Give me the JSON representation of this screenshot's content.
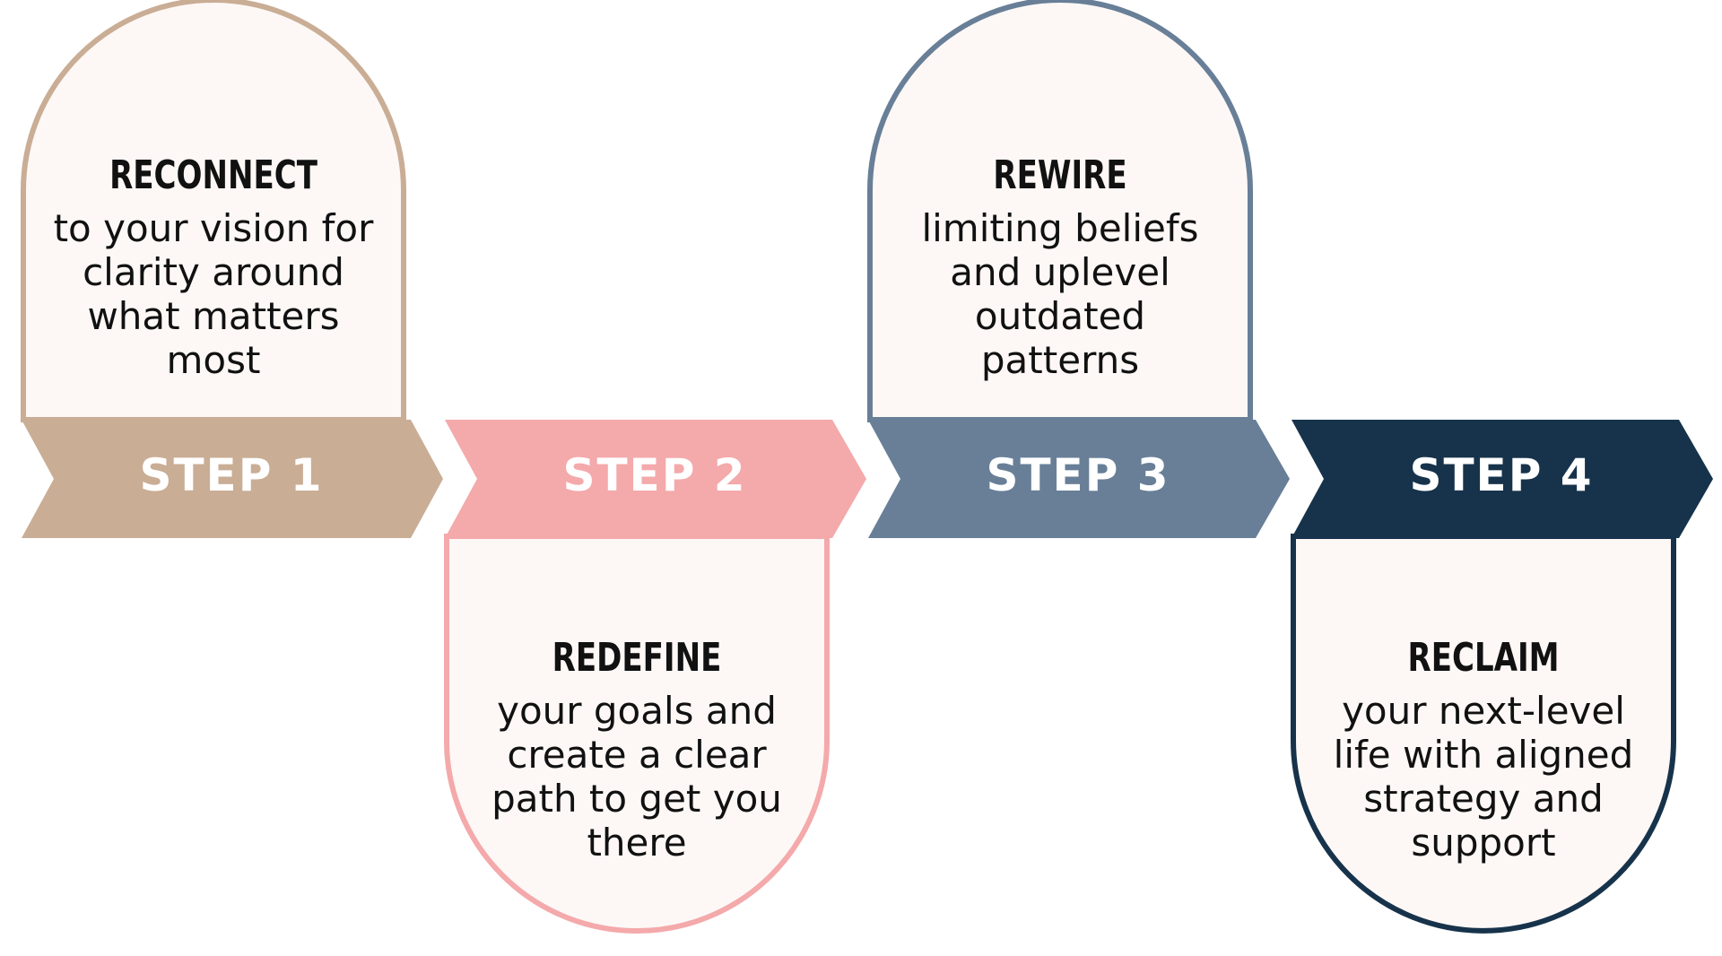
{
  "colors": {
    "step1": "#c9ad95",
    "step2": "#f4a9ab",
    "step3": "#687f97",
    "step4": "#17334b",
    "card_fill": "#fdf8f6"
  },
  "steps": [
    {
      "label": "STEP 1",
      "heading": "RECONNECT",
      "lines": [
        "to your vision for",
        "clarity around",
        "what matters",
        "most"
      ]
    },
    {
      "label": "STEP 2",
      "heading": "REDEFINE",
      "lines": [
        "your goals and",
        "create a clear",
        "path to get you",
        "there"
      ]
    },
    {
      "label": "STEP 3",
      "heading": "REWIRE",
      "lines": [
        "limiting beliefs",
        "and uplevel",
        "outdated",
        "patterns"
      ]
    },
    {
      "label": "STEP 4",
      "heading": "RECLAIM",
      "lines": [
        "your next-level",
        "life with aligned",
        "strategy and",
        "support"
      ]
    }
  ]
}
